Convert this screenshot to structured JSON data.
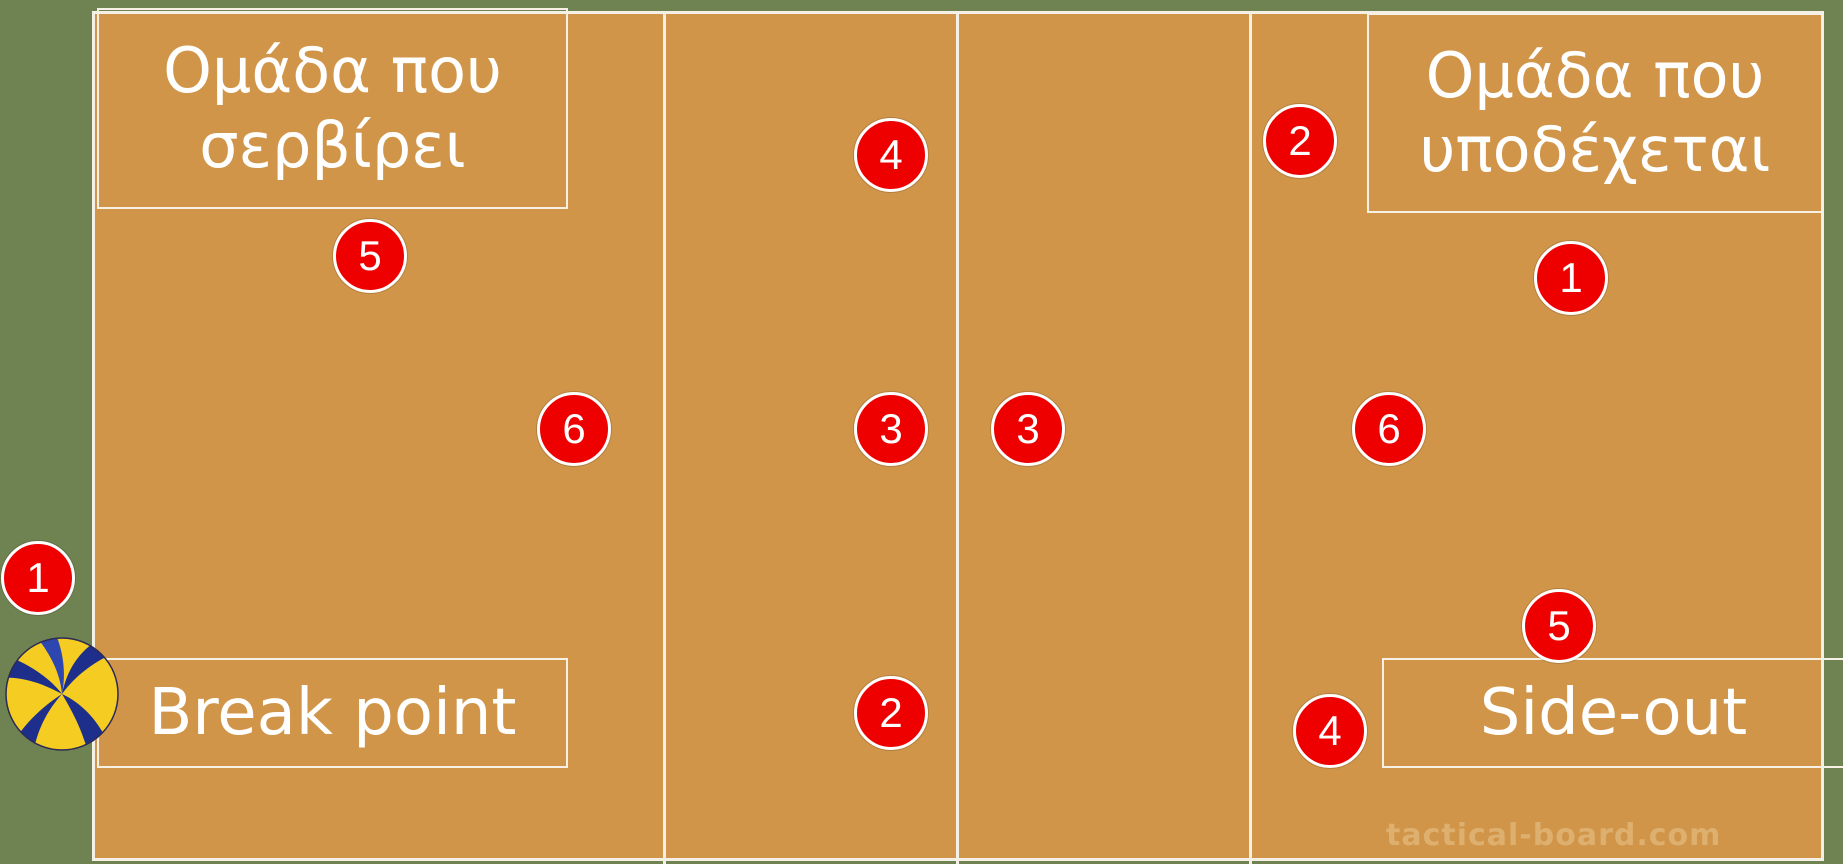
{
  "labels": {
    "serving_team": "Ομάδα που\nσερβίρει",
    "receiving_team": "Ομάδα που\nυποδέχεται",
    "break_point": "Break point",
    "side_out": "Side-out"
  },
  "watermark": "tactical-board.com",
  "players": {
    "serving": [
      {
        "number": "1"
      },
      {
        "number": "2"
      },
      {
        "number": "3"
      },
      {
        "number": "4"
      },
      {
        "number": "5"
      },
      {
        "number": "6"
      }
    ],
    "receiving": [
      {
        "number": "1"
      },
      {
        "number": "2"
      },
      {
        "number": "3"
      },
      {
        "number": "4"
      },
      {
        "number": "5"
      },
      {
        "number": "6"
      }
    ]
  },
  "colors": {
    "background": "#6f8352",
    "court": "#d09548",
    "lines": "#f4f0e6",
    "player": "#ee0000"
  },
  "icons": {
    "ball": "volleyball-icon"
  }
}
